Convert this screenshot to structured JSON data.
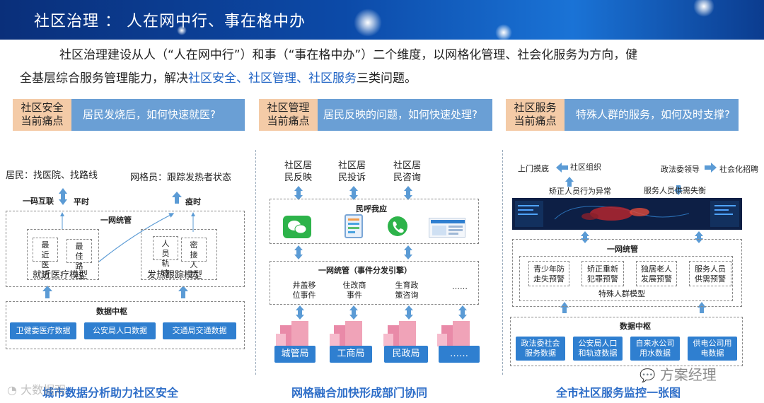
{
  "header": {
    "title": "社区治理 ： 人在网中行、事在格中办"
  },
  "intro": {
    "line1": "社区治理建设从人（“人在网中行”）和事（“事在格中办”）二个维度，以网格化管理、社会化服务为方向，健",
    "line2_pre": "全基层综合服务管理能力，解决",
    "line2_highlight": "社区安全、社区管理、社区服务",
    "line2_post": "三类问题。"
  },
  "pain_points": [
    {
      "label_line1": "社区安全",
      "label_line2": "当前痛点",
      "text": "居民发烧后，如何快速就医?"
    },
    {
      "label_line1": "社区管理",
      "label_line2": "当前痛点",
      "text": "居民反映的问题，如何快速处理?"
    },
    {
      "label_line1": "社区服务",
      "label_line2": "当前痛点",
      "text": "特殊人群的服务，如何及时支撑?"
    }
  ],
  "safety": {
    "resident": "居民：找医院、找路线",
    "gridman": "网格员：跟踪发热者状态",
    "yimahulian": "一码互联",
    "pingshi": "平时",
    "yiqing": "疫时",
    "unified": "一网统管",
    "model1": {
      "name": "就近医疗模型",
      "items": [
        "最近医院",
        "最佳路线"
      ]
    },
    "model2": {
      "name": "发热跟踪模型",
      "items": [
        "人员轨迹",
        "密接人员"
      ]
    },
    "data_center": "数据中枢",
    "data_buttons": [
      "卫健委医疗数据",
      "公安局人口数据",
      "交通局交通数据"
    ],
    "caption": "城市数据分析助力社区安全"
  },
  "management": {
    "inputs": [
      {
        "line1": "社区居",
        "line2": "民反映"
      },
      {
        "line1": "社区居",
        "line2": "民投诉"
      },
      {
        "line1": "社区居",
        "line2": "民咨询"
      }
    ],
    "minhu": "民呼我应",
    "unified": "一网统管（事件分发引擎）",
    "events": [
      {
        "line1": "井盖移",
        "line2": "位事件"
      },
      {
        "line1": "住改商",
        "line2": "事件"
      },
      {
        "line1": "生育政",
        "line2": "策咨询"
      },
      {
        "line1": "……",
        "line2": ""
      }
    ],
    "departments": [
      "城管局",
      "工商局",
      "民政局",
      "……"
    ],
    "caption": "网格融合加快形成部门协同"
  },
  "service": {
    "shangmen": "上门摸底",
    "shequzuzhi": "社区组织",
    "zhengfa": "政法委领导",
    "shehuihua": "社会化招聘",
    "jiaozheng": "矫正人员行为异常",
    "fuwu": "服务人员供需失衡",
    "unified": "一网统管",
    "warnings": [
      {
        "line1": "青少年防",
        "line2": "走失预警"
      },
      {
        "line1": "矫正重新",
        "line2": "犯罪预警"
      },
      {
        "line1": "独居老人",
        "line2": "发展预警"
      },
      {
        "line1": "服务人员",
        "line2": "供需预警"
      }
    ],
    "model": "特殊人群模型",
    "data_center": "数据中枢",
    "data_buttons": [
      {
        "line1": "政法委社会",
        "line2": "服务数据"
      },
      {
        "line1": "公安局人口",
        "line2": "和轨迹数据"
      },
      {
        "line1": "自来水公司",
        "line2": "用水数据"
      },
      {
        "line1": "供电公司用",
        "line2": "电数据"
      }
    ],
    "caption": "全市社区服务监控一张图"
  },
  "watermark": {
    "left": "大数据观",
    "right": "方案经理"
  },
  "colors": {
    "header": "#0c4aa8",
    "highlight": "#1f63c4",
    "pain_label": "#f4cba7",
    "pain_text": "#6a9fd5",
    "button": "#2f7fd0",
    "arrow": "#5b9bd5",
    "building": "#f0a3b8",
    "caption": "#2e6ec8"
  }
}
